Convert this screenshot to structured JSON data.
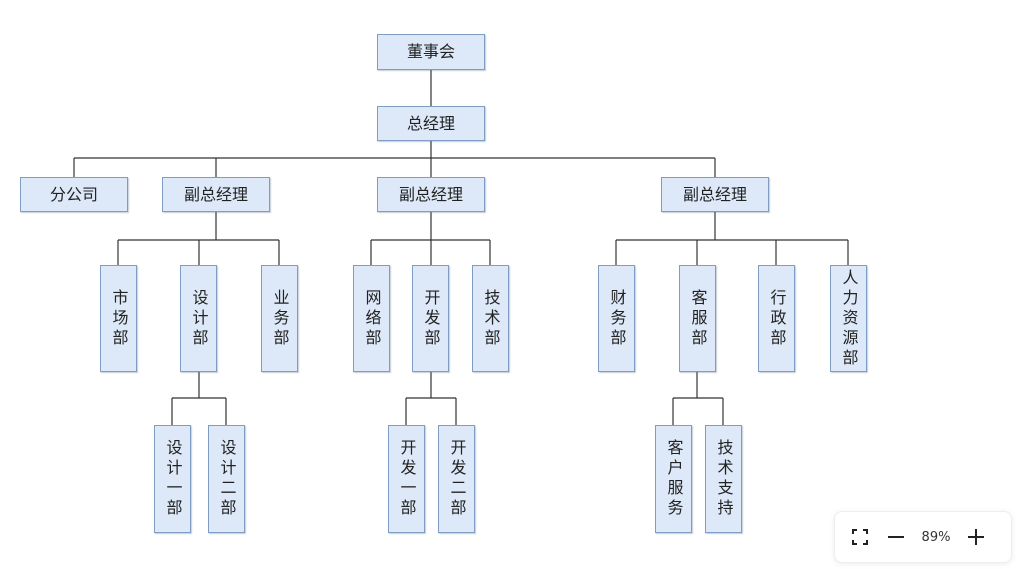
{
  "org_chart": {
    "board": "董事会",
    "general_manager": "总经理",
    "branch": "分公司",
    "vp_left": "副总经理",
    "vp_middle": "副总经理",
    "vp_right": "副总经理",
    "market_dept": "市场部",
    "design_dept": "设计部",
    "business_dept": "业务部",
    "design_dept_1": "设计一部",
    "design_dept_2": "设计二部",
    "network_dept": "网络部",
    "dev_dept": "开发部",
    "tech_dept": "技术部",
    "dev_dept_1": "开发一部",
    "dev_dept_2": "开发二部",
    "finance_dept": "财务部",
    "service_dept": "客服部",
    "admin_dept": "行政部",
    "hr_dept": "人力资源部",
    "customer_service": "客户服务",
    "tech_support": "技术支持"
  },
  "zoom": {
    "level": "89%",
    "fullscreen_icon": "fullscreen-icon",
    "zoom_out_icon": "minus-icon",
    "zoom_in_icon": "plus-icon"
  }
}
